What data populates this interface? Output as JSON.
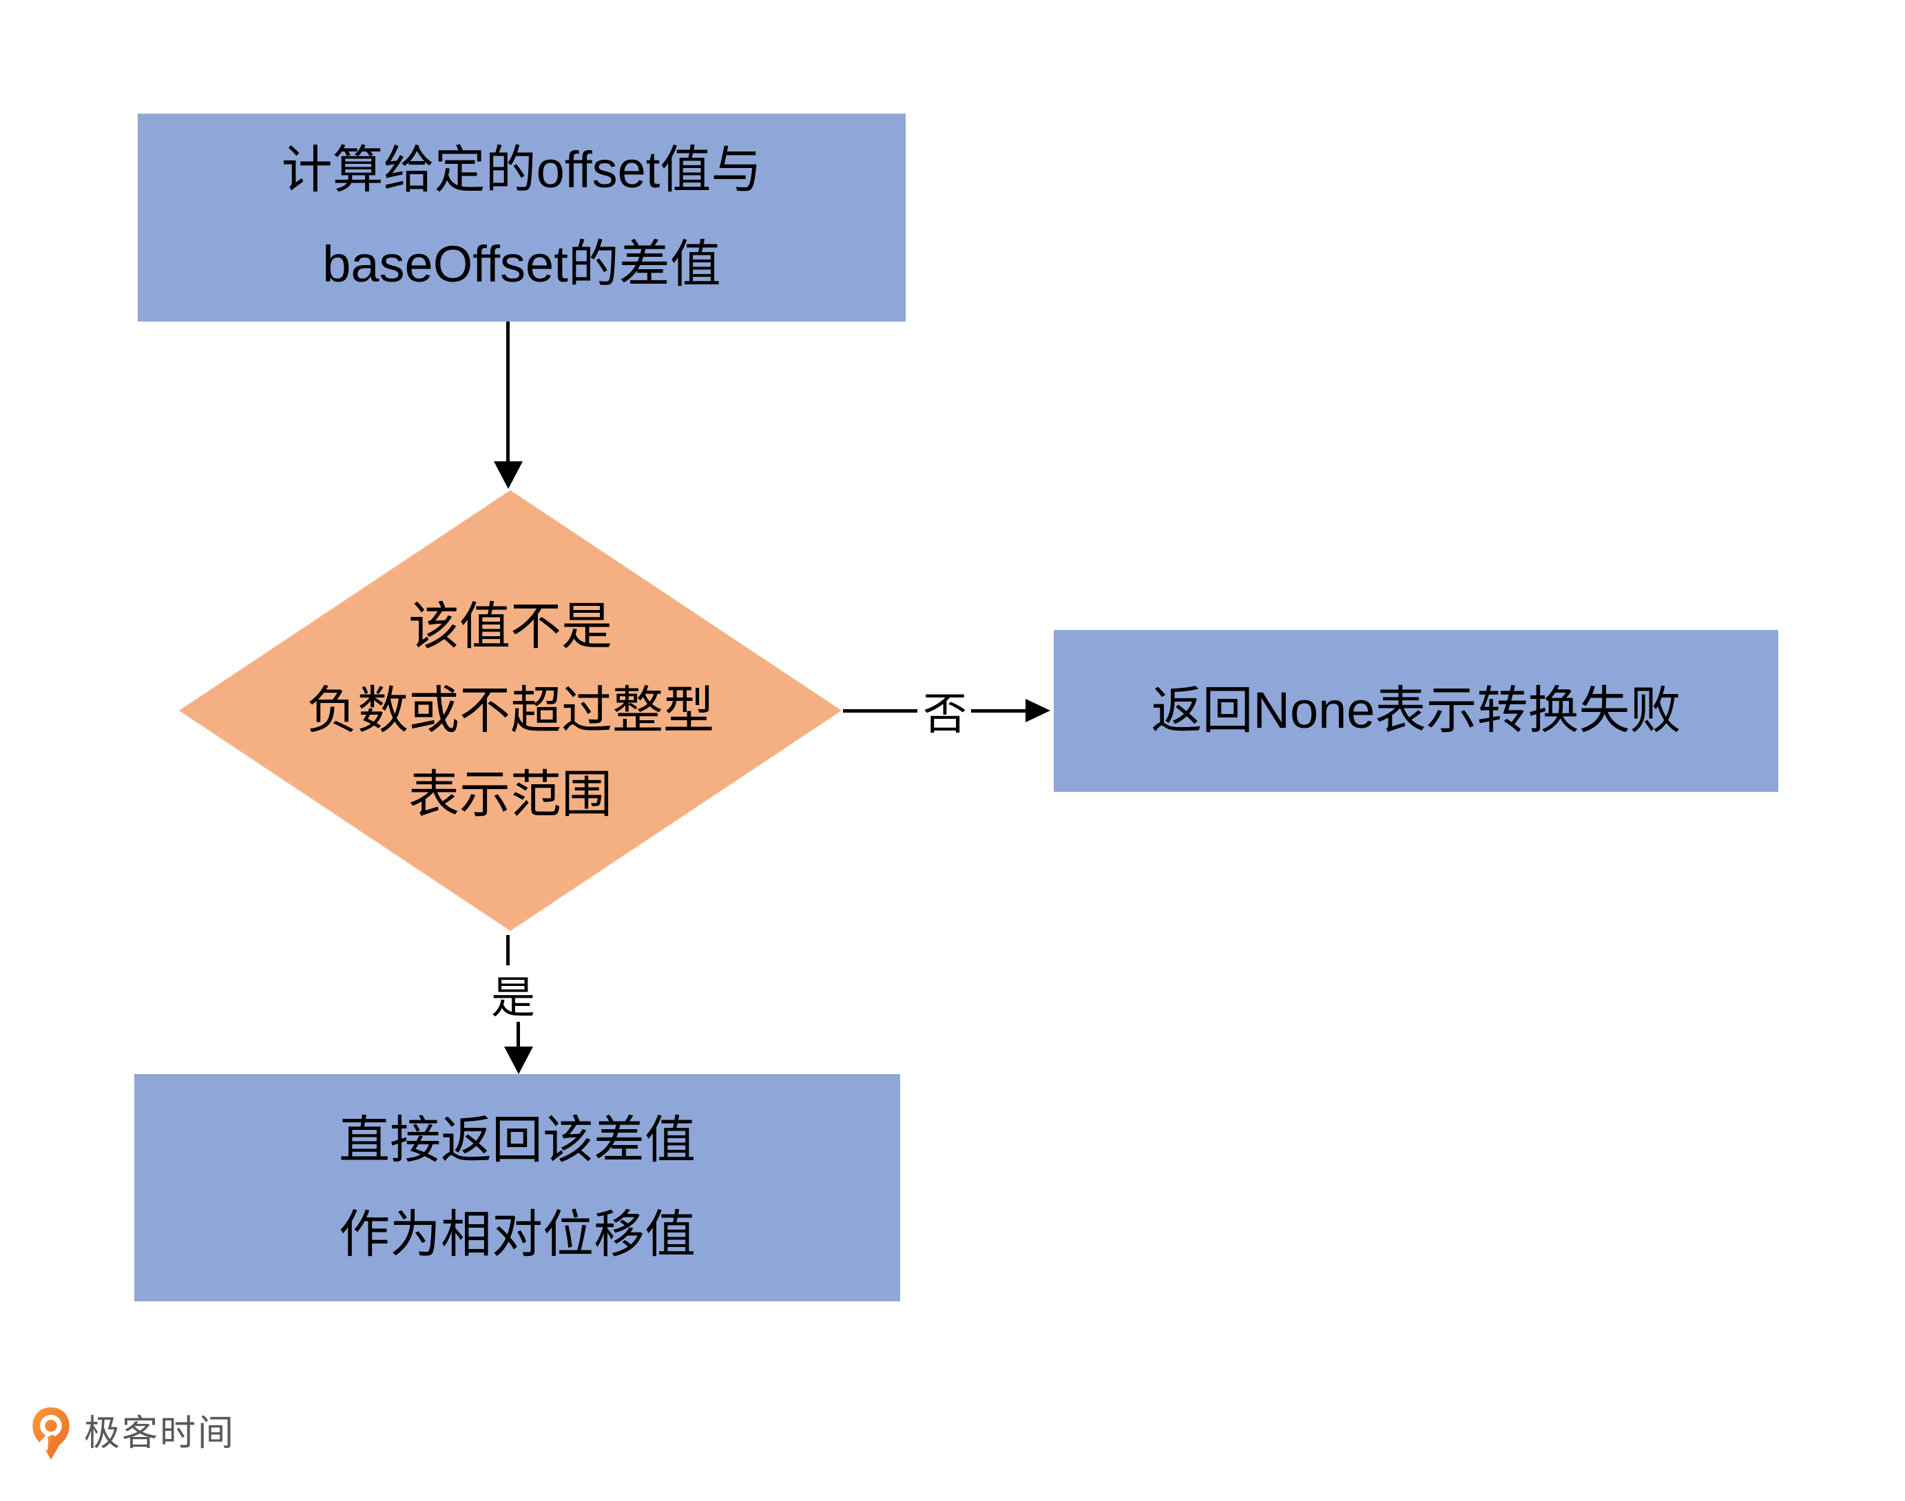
{
  "flowchart": {
    "start_box": {
      "lines": [
        "计算给定的offset值与",
        "baseOffset的差值"
      ]
    },
    "decision": {
      "lines": [
        "该值不是",
        "负数或不超过整型",
        "表示范围"
      ]
    },
    "no_branch": {
      "label": "否",
      "box_text": "返回None表示转换失败"
    },
    "yes_branch": {
      "label": "是",
      "box_lines": [
        "直接返回该差值",
        "作为相对位移值"
      ]
    }
  },
  "branding": {
    "logo_text": "极客时间"
  },
  "colors": {
    "process_box_blue": "#8EA7D8",
    "decision_diamond_orange": "#F4B083",
    "line_black": "#000000",
    "logo_orange": "#F3772C",
    "logo_text_gray": "#57585A",
    "background": "#FFFFFF"
  }
}
